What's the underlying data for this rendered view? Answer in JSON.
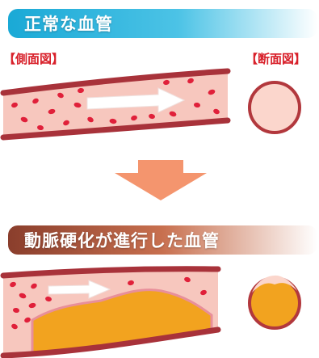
{
  "sections": {
    "normal": {
      "title": "正常な血管"
    },
    "atherosclerosis": {
      "title": "動脈硬化が進行した血管"
    }
  },
  "labels": {
    "side_view": "【側面図】",
    "cross_section": "【断面図】"
  },
  "colors": {
    "vessel_wall": "#a8323a",
    "blood": "#f7c7be",
    "red_cell": "#e0203a",
    "plaque": "#f2a31f",
    "flow_arrow": "#f4956e",
    "normal_banner": "#1aa9d6",
    "athero_banner": "#8a3e2c"
  },
  "icons": {
    "flow": "right-arrow-icon",
    "transition": "down-arrow-icon"
  }
}
